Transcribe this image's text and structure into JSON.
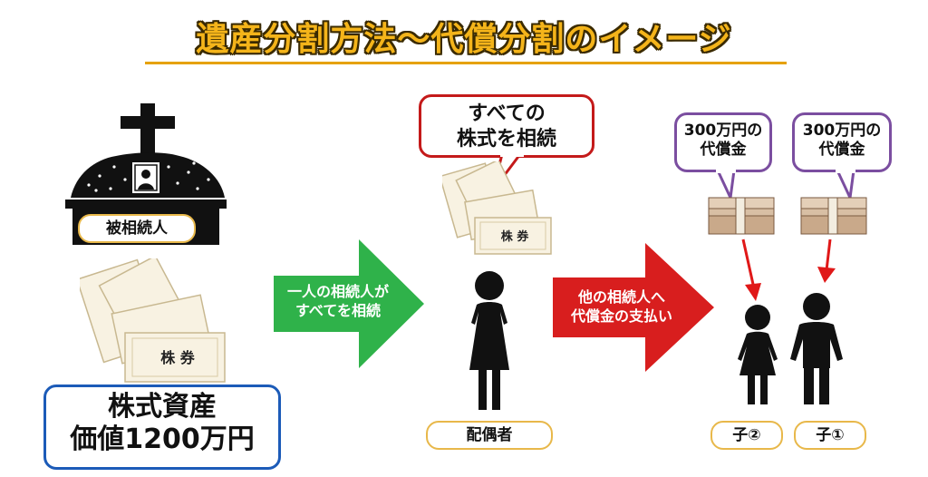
{
  "title": "遺産分割方法～代償分割のイメージ",
  "deceased_label": "被相続人",
  "stock_text": "株 券",
  "estate_box": {
    "line1": "株式資産",
    "line2": "価値1200万円"
  },
  "all_stocks_bubble": {
    "line1": "すべての",
    "line2": "株式を相続"
  },
  "arrow1": {
    "line1": "一人の相続人が",
    "line2": "すべてを相続"
  },
  "arrow2": {
    "line1": "他の相続人へ",
    "line2": "代償金の支払い"
  },
  "spouse_label": "配偶者",
  "money_bubbles": [
    {
      "line1": "300万円の",
      "line2": "代償金"
    },
    {
      "line1": "300万円の",
      "line2": "代償金"
    }
  ],
  "child2_label": "子②",
  "child1_label": "子①",
  "colors": {
    "title_fill": "#f4b41a",
    "green_arrow": "#2fb24a",
    "red_arrow": "#d81e1e",
    "blue_border": "#1c5bb8",
    "red_bubble_border": "#c41a1a",
    "purple_bubble_border": "#7b4ea0",
    "tag_border": "#e8b84a"
  }
}
